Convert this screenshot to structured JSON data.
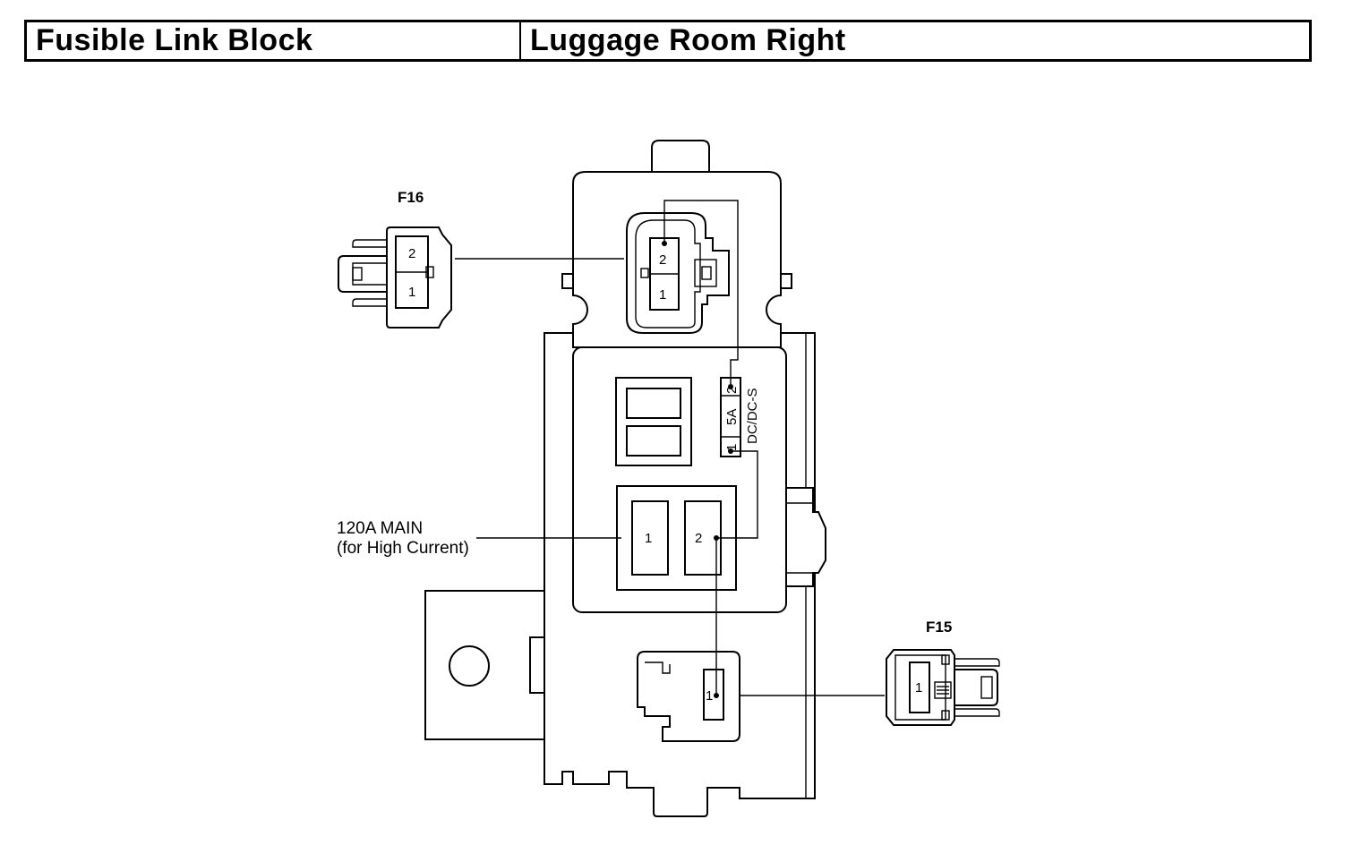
{
  "header": {
    "component": "Fusible Link Block",
    "location": "Luggage Room Right"
  },
  "connectors": {
    "f16": {
      "id": "F16",
      "pins": [
        "2",
        "1"
      ]
    },
    "f15": {
      "id": "F15",
      "pins": [
        "1"
      ]
    }
  },
  "block": {
    "socket_pins": [
      "2",
      "1"
    ],
    "fuse": {
      "rating": "5A",
      "name": "DC/DC-S",
      "pins": [
        "2",
        "1"
      ]
    },
    "main_fuse": {
      "label_line1": "120A MAIN",
      "label_line2": "(for High Current)",
      "pins": [
        "1",
        "2"
      ]
    },
    "bottom_terminal_pin": "1"
  }
}
